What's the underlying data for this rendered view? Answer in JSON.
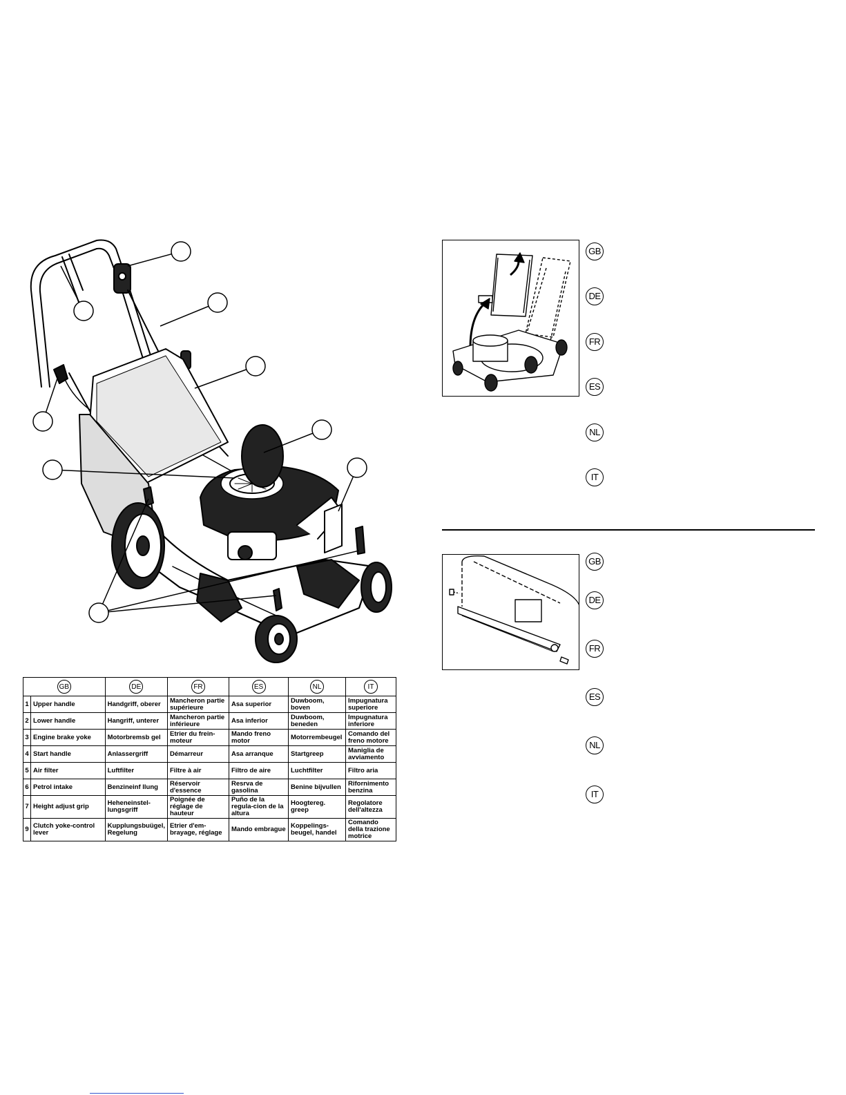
{
  "table": {
    "headers": [
      "GB",
      "DE",
      "FR",
      "ES",
      "NL",
      "IT"
    ],
    "rows": [
      {
        "num": "1",
        "gb": "Upper handle",
        "de": "Handgriff, oberer",
        "fr": "Mancheron partie supérieure",
        "es": "Asa superior",
        "nl": "Duwboom, boven",
        "it": "Impugnatura superiore"
      },
      {
        "num": "2",
        "gb": "Lower handle",
        "de": "Hangriff, unterer",
        "fr": "Mancheron partie inférieure",
        "es": "Asa inferior",
        "nl": "Duwboom, beneden",
        "it": "Impugnatura inferiore"
      },
      {
        "num": "3",
        "gb": "Engine brake yoke",
        "de": "Motorbremsb gel",
        "fr": "Etrier du frein-moteur",
        "es": "Mando freno motor",
        "nl": "Motorrembeugel",
        "it": "Comando del freno motore"
      },
      {
        "num": "4",
        "gb": "Start handle",
        "de": "Anlassergriff",
        "fr": "Démarreur",
        "es": "Asa arranque",
        "nl": "Startgreep",
        "it": "Maniglia de avviamento"
      },
      {
        "num": "5",
        "gb": "Air filter",
        "de": "Luftfilter",
        "fr": "Filtre à air",
        "es": "Filtro de aire",
        "nl": "Luchtfilter",
        "it": "Filtro aria"
      },
      {
        "num": "6",
        "gb": "Petrol intake",
        "de": "Benzineinf llung",
        "fr": "Réservoir d'essence",
        "es": "Resrva de gasolina",
        "nl": "Benine bijvullen",
        "it": "Rifornimento benzina"
      },
      {
        "num": "7",
        "gb": "Height adjust grip",
        "de": "Heheneinstel-lungsgriff",
        "fr": "Poignée de réglage de hauteur",
        "es": "Puño de la regula-cion de la altura",
        "nl": "Hoogtereg. greep",
        "it": "Regolatore dell'altezza"
      },
      {
        "num": "9",
        "gb": "Clutch yoke-control lever",
        "de": "Kupplungsbuügel, Regelung",
        "fr": "Etrier d'em-brayage, réglage",
        "es": "Mando embrague",
        "nl": "Koppelings-beugel, handel",
        "it": "Comando della trazione motrice"
      }
    ]
  },
  "panel_top_langs": [
    "GB",
    "DE",
    "FR",
    "ES",
    "NL",
    "IT"
  ],
  "panel_bottom_langs": [
    "GB",
    "DE",
    "FR",
    "ES",
    "NL",
    "IT"
  ]
}
